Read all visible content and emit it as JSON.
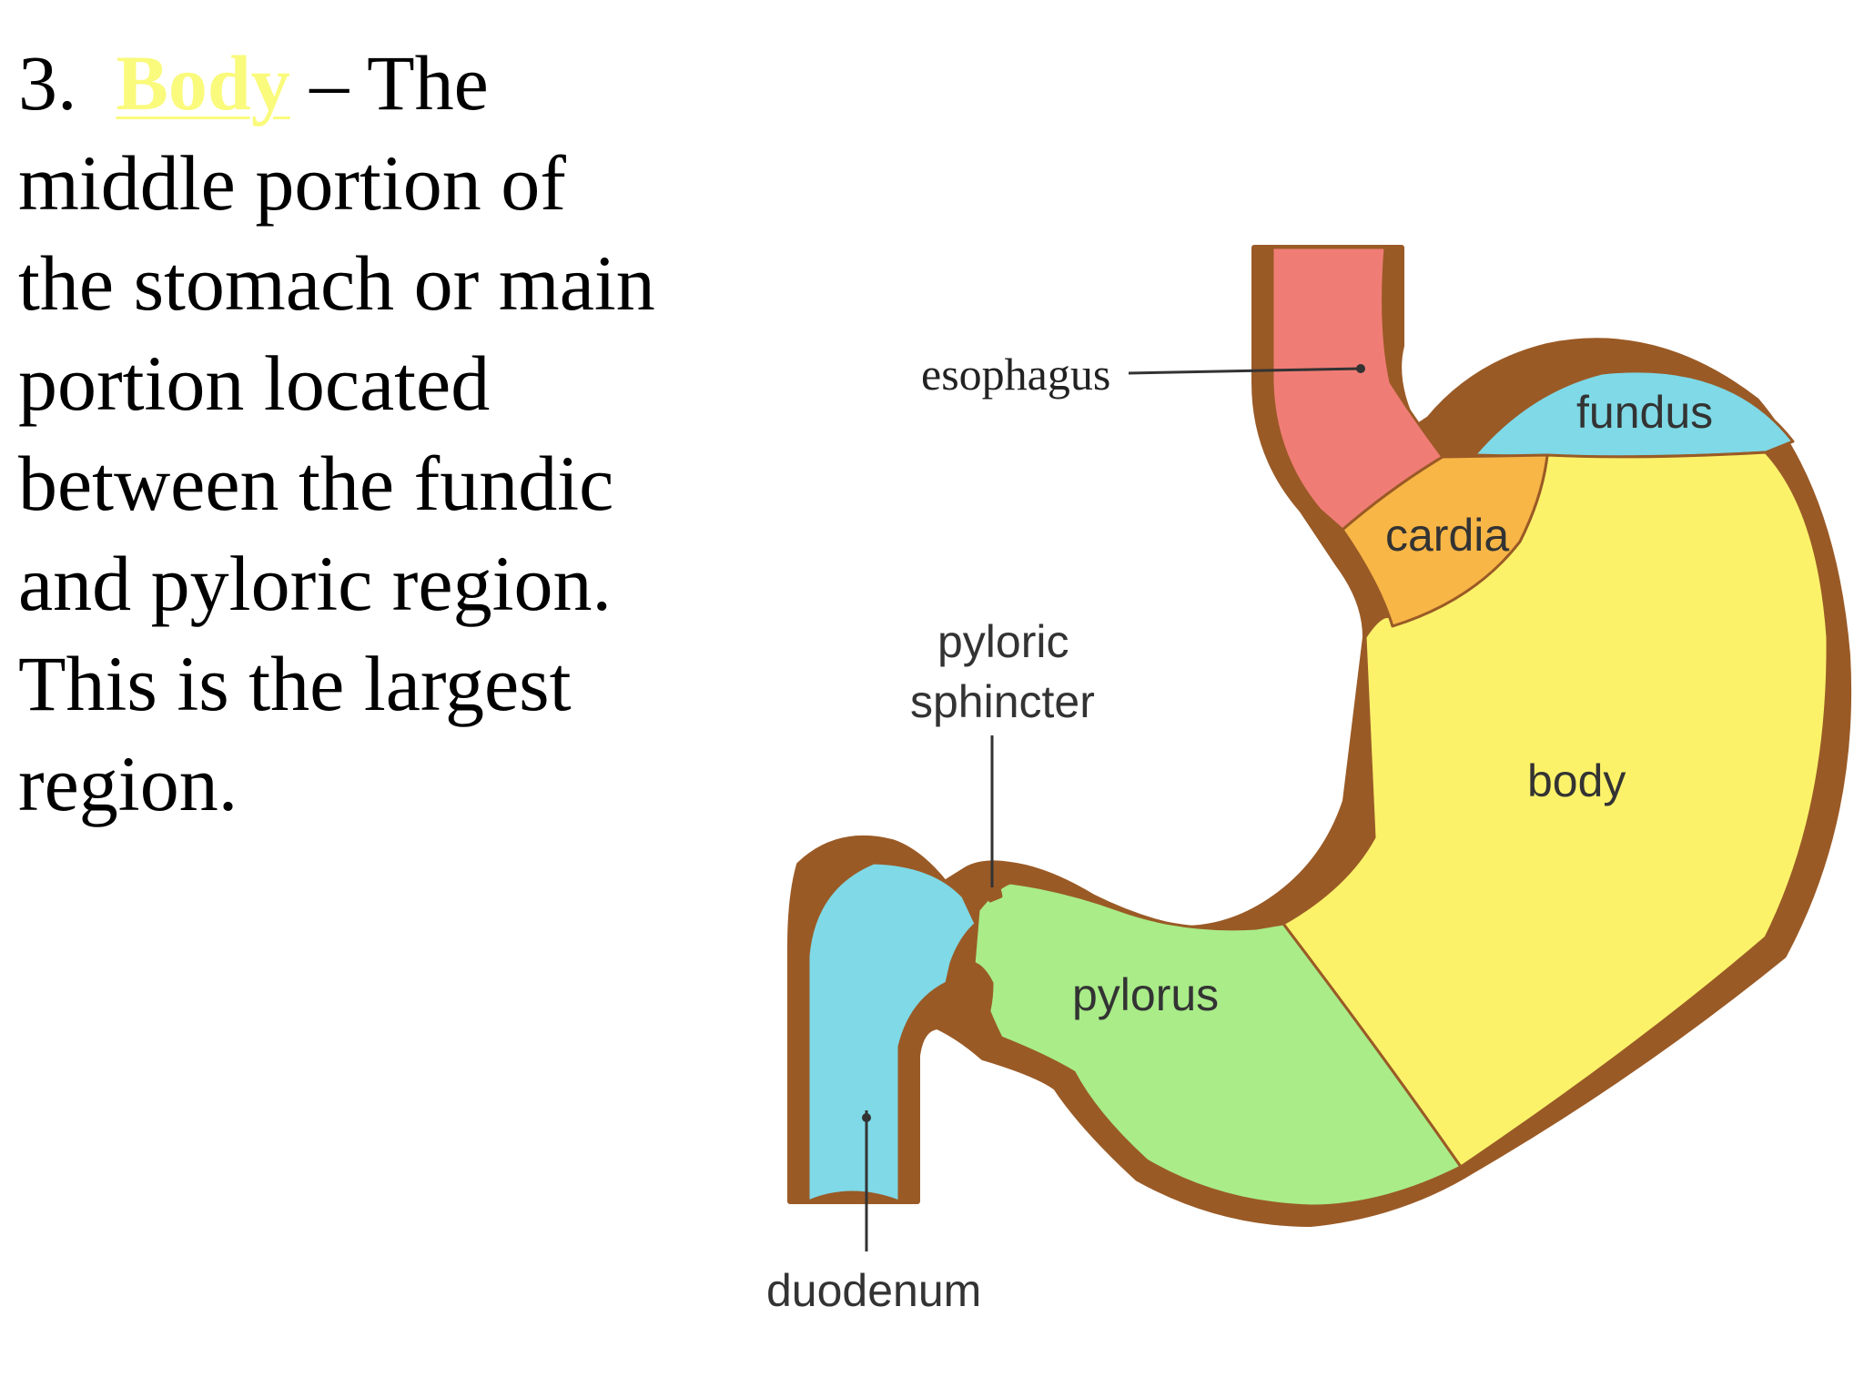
{
  "slide": {
    "number": "3.",
    "term": "Body",
    "dash_the": "– The",
    "lines": [
      "middle portion of",
      "the stomach or main",
      "portion located",
      "between the fundic",
      "and pyloric region.",
      "This is the largest",
      "region."
    ]
  },
  "diagram": {
    "labels": {
      "esophagus": "esophagus",
      "fundus": "fundus",
      "cardia": "cardia",
      "pyloric_sphincter_1": "pyloric",
      "pyloric_sphincter_2": "sphincter",
      "body": "body",
      "pylorus": "pylorus",
      "duodenum": "duodenum"
    },
    "colors": {
      "wall": "#9a5a26",
      "esophagus": "#f07d75",
      "fundus": "#7fd9e6",
      "cardia": "#f7b646",
      "body": "#fbf26a",
      "pylorus": "#a9ec88",
      "duodenum": "#7fd9e6"
    }
  }
}
